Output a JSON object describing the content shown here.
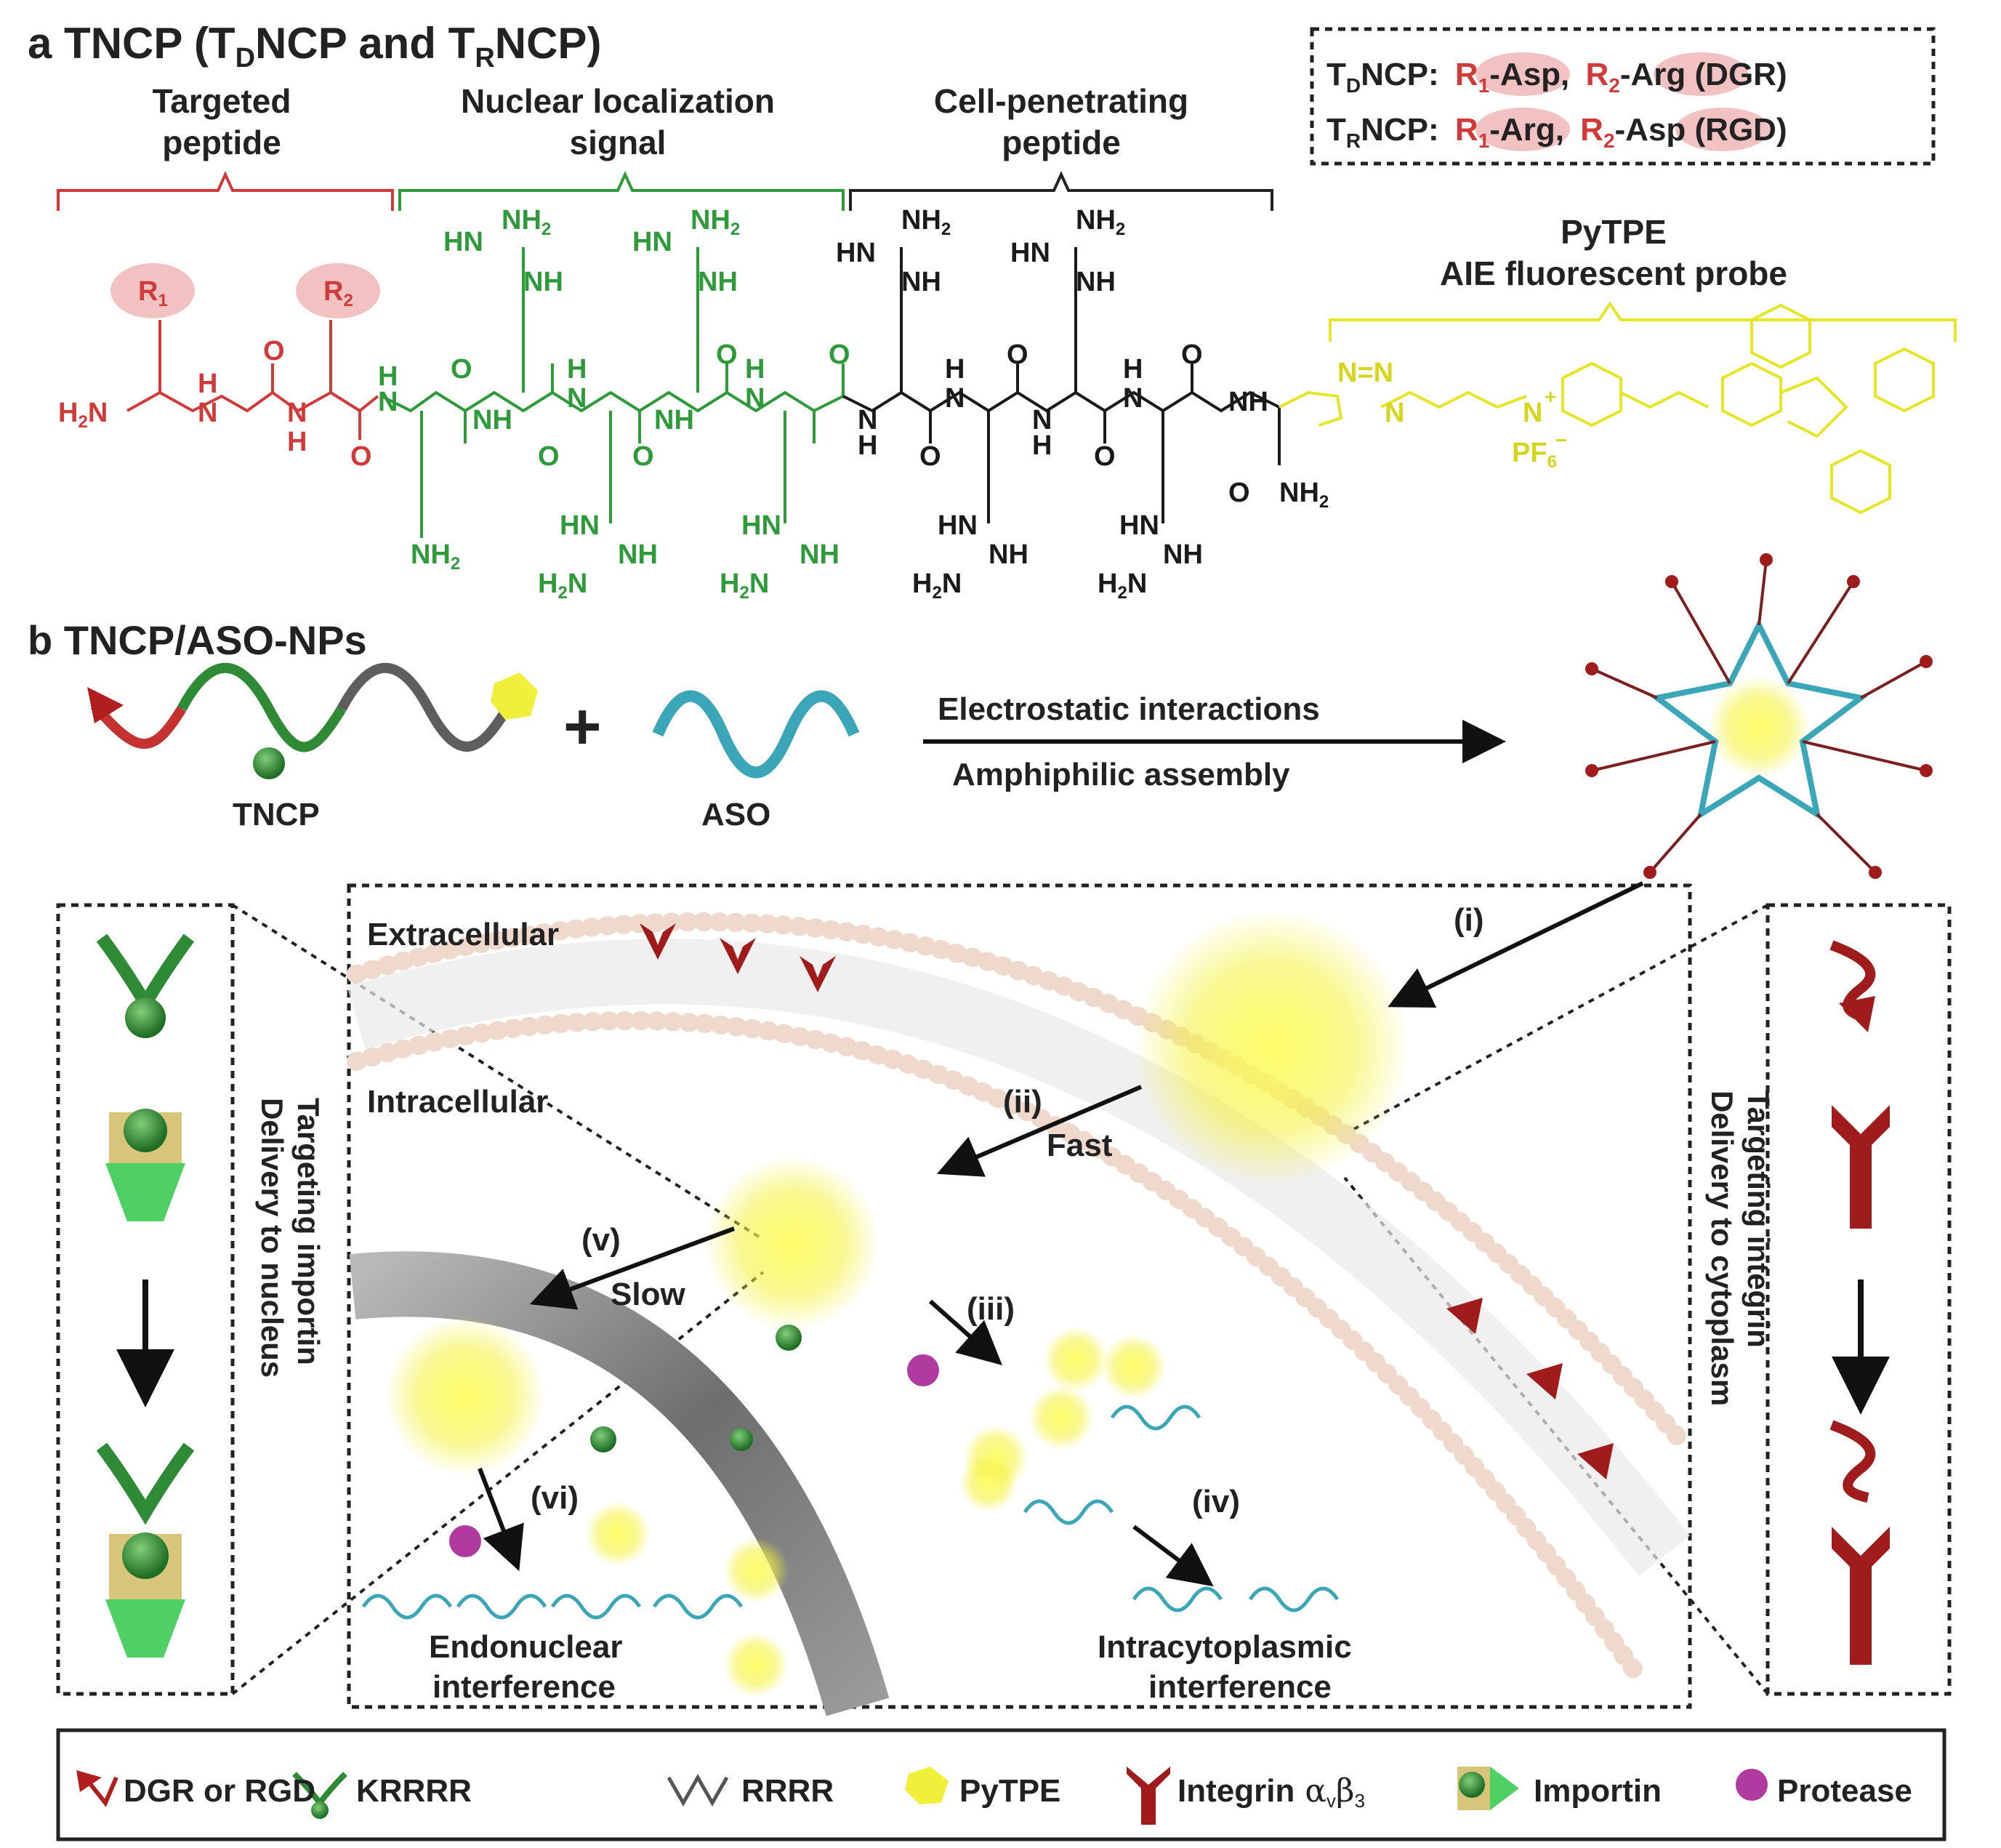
{
  "panel_a": {
    "title_prefix": "a TNCP (T",
    "title_sub1": "D",
    "title_mid": "NCP and T",
    "title_sub2": "R",
    "title_suffix": "NCP)",
    "segments": {
      "targeted_1": "Targeted",
      "targeted_2": "peptide",
      "nls_1": "Nuclear localization",
      "nls_2": "signal",
      "cpp_1": "Cell-penetrating",
      "cpp_2": "peptide"
    },
    "probe_1": "PyTPE",
    "probe_2": "AIE fluorescent probe",
    "legend_box": {
      "td_label": "T",
      "td_sub": "D",
      "td_rest": "NCP:",
      "td_r1": "R",
      "td_r1_sub": "1",
      "td_asp": "-Asp,",
      "td_r2": "R",
      "td_r2_sub": "2",
      "td_arg": "-Arg (DGR)",
      "tr_label": "T",
      "tr_sub": "R",
      "tr_rest": "NCP:",
      "tr_r1": "R",
      "tr_r1_sub": "1",
      "tr_arg": "-Arg,",
      "tr_r2": "R",
      "tr_r2_sub": "2",
      "tr_asp": "-Asp (RGD)"
    },
    "chem": {
      "r1": "R",
      "r1_sub": "1",
      "r2": "R",
      "r2_sub": "2",
      "h2n": "H",
      "h2n_sub": "2",
      "h2n_n": "N",
      "o": "O",
      "h": "H",
      "n": "N",
      "nh": "NH",
      "hn": "HN",
      "nh2": "NH",
      "two": "2",
      "hn_eq": "HN",
      "pf6": "PF",
      "pf6_sub": "6",
      "plus": "+",
      "minus": "−",
      "n_eq_n": "N=N",
      "conh2": "O",
      "nh2_amide": "NH"
    }
  },
  "panel_b": {
    "title": "b TNCP/ASO-NPs",
    "tncp_label": "TNCP",
    "aso_label": "ASO",
    "plus_sign": "+",
    "arrow_top": "Electrostatic interactions",
    "arrow_bottom": "Amphiphilic assembly"
  },
  "cell": {
    "extracellular": "Extracellular",
    "intracellular": "Intracellular",
    "step_i": "(i)",
    "step_ii": "(ii)",
    "fast": "Fast",
    "step_iii": "(iii)",
    "step_iv": "(iv)",
    "step_v": "(v)",
    "slow": "Slow",
    "step_vi": "(vi)",
    "endo_1": "Endonuclear",
    "endo_2": "interference",
    "intra_1": "Intracytoplasmic",
    "intra_2": "interference"
  },
  "side_left": {
    "line1": "Targeting importin",
    "line2": "Delivery to nucleus"
  },
  "side_right": {
    "line1": "Targeting integrin",
    "line2": "Delivery to cytoplasm"
  },
  "legend": {
    "dgr": "DGR or RGD",
    "krrrr": "KRRRR",
    "rrrr": "RRRR",
    "pytpe": "PyTPE",
    "integrin": "Integrin",
    "integrin_sym": "α",
    "integrin_v": "v",
    "integrin_b": "β",
    "integrin_3": "3",
    "importin": "Importin",
    "protease": "Protease"
  },
  "colors": {
    "red": "#d03a3a",
    "green": "#2e9a3a",
    "black": "#1a1a1a",
    "yellow": "#e6e629",
    "cyan": "#3aa6b8",
    "dark_red": "#a01c1c",
    "membrane": "#efd8cc",
    "nucleus": "#8a8a8a",
    "purple": "#b03aa0"
  }
}
